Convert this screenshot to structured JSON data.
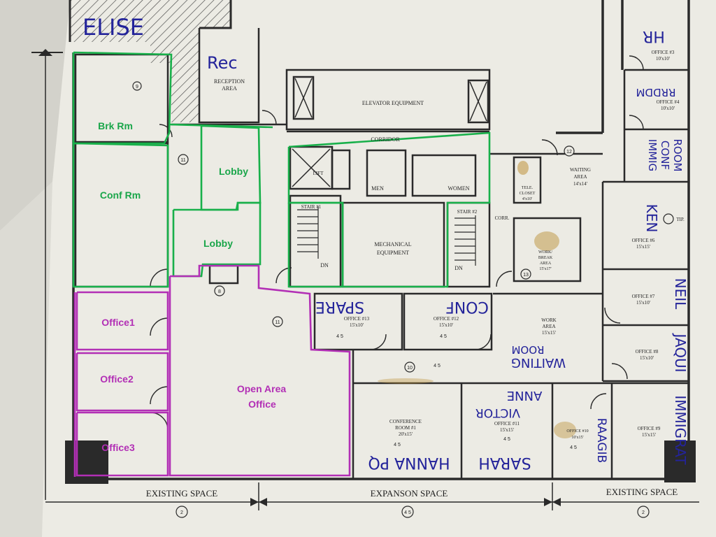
{
  "rooms_marked": {
    "green": {
      "brk_rm": "Brk Rm",
      "conf_rm": "Conf Rm",
      "lobby_upper": "Lobby",
      "lobby_lower": "Lobby"
    },
    "purple": {
      "office1": "Office1",
      "office2": "Office2",
      "office3": "Office3",
      "open_area_line1": "Open Area",
      "open_area_line2": "Office"
    }
  },
  "handwritten": {
    "elise": "ELISE",
    "rec": "Rec",
    "spare": "SPARE",
    "conf": "CONF",
    "waiting_line1": "WAITING",
    "waiting_line2": "ROOM",
    "anne": "ANNE",
    "victor": "VICTOR",
    "hanna_pq": "HANNA PQ",
    "sarah": "SARAH",
    "raagib": "RAAGIB",
    "ken": "KEN",
    "neil": "NEIL",
    "jaqui": "JAQUI",
    "immigrat": "IMMIGRAT",
    "immig_line1": "IMMIG",
    "immig_line2": "CONF",
    "immig_line3": "ROOM",
    "hr_top": "HR",
    "hr_dept": "RRDDM"
  },
  "printed": {
    "reception_line1": "RECEPTION",
    "reception_line2": "AREA",
    "elevator_equipment": "ELEVATOR EQUIPMENT",
    "corridor": "CORRIDOR",
    "men": "MEN",
    "women": "WOMEN",
    "stair1": "STAIR #1",
    "stair2": "STAIR #2",
    "dn1": "DN",
    "dn2": "DN",
    "mech_line1": "MECHANICAL",
    "mech_line2": "EQUIPMENT",
    "lift": "LIFT",
    "corr": "CORR.",
    "tele_line1": "TELE.",
    "tele_line2": "CLOSET",
    "tele_line3": "4'x10'",
    "waiting_area_line1": "WAITING",
    "waiting_area_line2": "AREA",
    "waiting_area_line3": "14'x14'",
    "work_break_line1": "WORK/",
    "work_break_line2": "BREAK",
    "work_break_line3": "AREA",
    "work_break_line4": "15'x17'",
    "office13_line1": "OFFICE #13",
    "office13_line2": "15'x10'",
    "office12_line1": "OFFICE #12",
    "office12_line2": "15'x10'",
    "work_area_line1": "WORK",
    "work_area_line2": "AREA",
    "work_area_line3": "15'x15'",
    "conference_line1": "CONFERENCE",
    "conference_line2": "ROOM #1",
    "conference_line3": "20'x15'",
    "office11_line1": "OFFICE #11",
    "office11_line2": "15'x15'",
    "office10_line1": "OFFICE #10",
    "office10_line2": "10'x15'",
    "office9_line1": "OFFICE #9",
    "office9_line2": "15'x15'",
    "office8_line1": "OFFICE #8",
    "office8_line2": "15'x10'",
    "office7_line1": "OFFICE #7",
    "office7_line2": "15'x10'",
    "office6_line1": "OFFICE #6",
    "office6_line2": "15'x15'",
    "office4_line1": "OFFICE #4",
    "office4_line2": "10'x10'",
    "office3r_line1": "OFFICE #3",
    "office3r_line2": "10'x10'",
    "existing_space_left": "EXISTING SPACE",
    "expansion_space": "EXPANSON SPACE",
    "existing_space_right": "EXISTING SPACE",
    "tip": "TIP."
  },
  "tags": {
    "t11a": "11",
    "t11b": "11",
    "t8": "8",
    "t12": "12",
    "t13": "13",
    "t10": "10",
    "t45a": "4 5",
    "t45b": "4 5",
    "t45c": "4 5",
    "t45d": "4 5",
    "t45e": "4 5",
    "t45f": "4 5",
    "t9": "9",
    "b2a": "2",
    "b45": "4 5",
    "b2b": "2"
  },
  "colors": {
    "paper": "#ecebe4",
    "wall": "#2a2a2a",
    "green": "#18b04a",
    "purple": "#b22fb5",
    "ink": "#23239a",
    "stain": "#b98a2a"
  }
}
